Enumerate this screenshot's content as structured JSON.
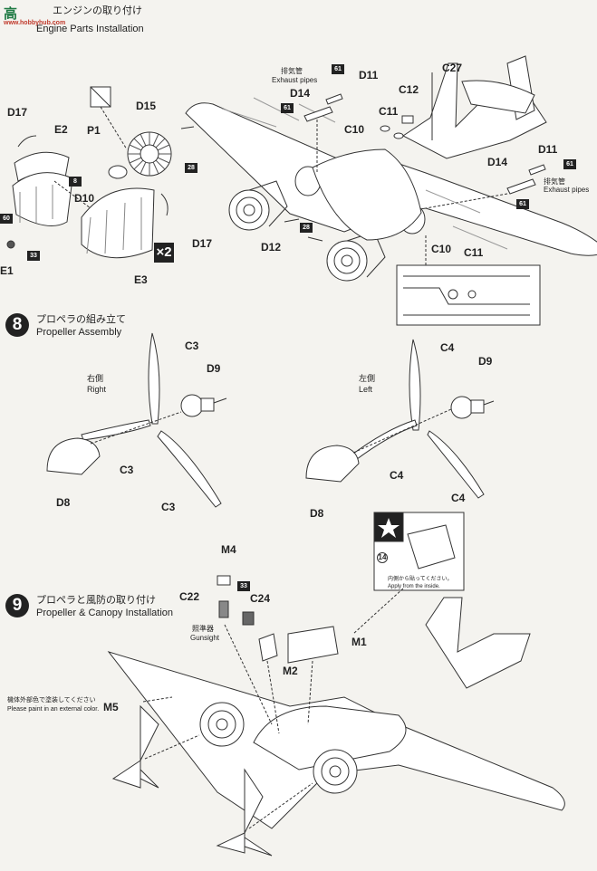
{
  "watermark": {
    "text": "高",
    "sub": "www.hobbyhub.com"
  },
  "header": {
    "title_jp": "エンジンの取り付け",
    "title_en": "Engine Parts Installation"
  },
  "step7_parts": {
    "D17": "D17",
    "E2": "E2",
    "P1": "P1",
    "D15": "D15",
    "D10": "D10",
    "E1": "E1",
    "E3": "E3",
    "D17b": "D17",
    "x2": "×2",
    "exhaust_jp": "排気管",
    "exhaust_en": "Exhaust pipes",
    "D14": "D14",
    "D11": "D11",
    "C27": "C27",
    "C12": "C12",
    "C11": "C11",
    "C10": "C10",
    "D11r": "D11",
    "D14r": "D14",
    "D12": "D12",
    "C10d": "C10",
    "C11d": "C11",
    "exhaust_jp_r": "排気管",
    "exhaust_en_r": "Exhaust pipes"
  },
  "badges": {
    "b28": "28",
    "b8": "8",
    "b60": "60",
    "b33": "33",
    "b61a": "61",
    "b61b": "61",
    "b61c": "61",
    "b61d": "61",
    "b28b": "28",
    "b33b": "33"
  },
  "step8": {
    "number": "8",
    "title_jp": "プロペラの組み立て",
    "title_en": "Propeller Assembly",
    "right_jp": "右側",
    "right_en": "Right",
    "left_jp": "左側",
    "left_en": "Left",
    "C3a": "C3",
    "C3b": "C3",
    "C3c": "C3",
    "D9a": "D9",
    "D8a": "D8",
    "C4a": "C4",
    "C4b": "C4",
    "C4c": "C4",
    "D9b": "D9",
    "D8b": "D8"
  },
  "step9": {
    "number": "9",
    "title_jp": "プロペラと風防の取り付け",
    "title_en": "Propeller & Canopy Installation",
    "M4": "M4",
    "C22": "C22",
    "C24": "C24",
    "gunsight_jp": "照準器",
    "gunsight_en": "Gunsight",
    "M1": "M1",
    "M2": "M2",
    "M5": "M5",
    "paint_jp": "機体外部色で塗装してください",
    "paint_en": "Please paint in an external color.",
    "inside_jp": "内側から貼ってください。",
    "inside_en": "Apply from the inside.",
    "decal_num": "14"
  }
}
